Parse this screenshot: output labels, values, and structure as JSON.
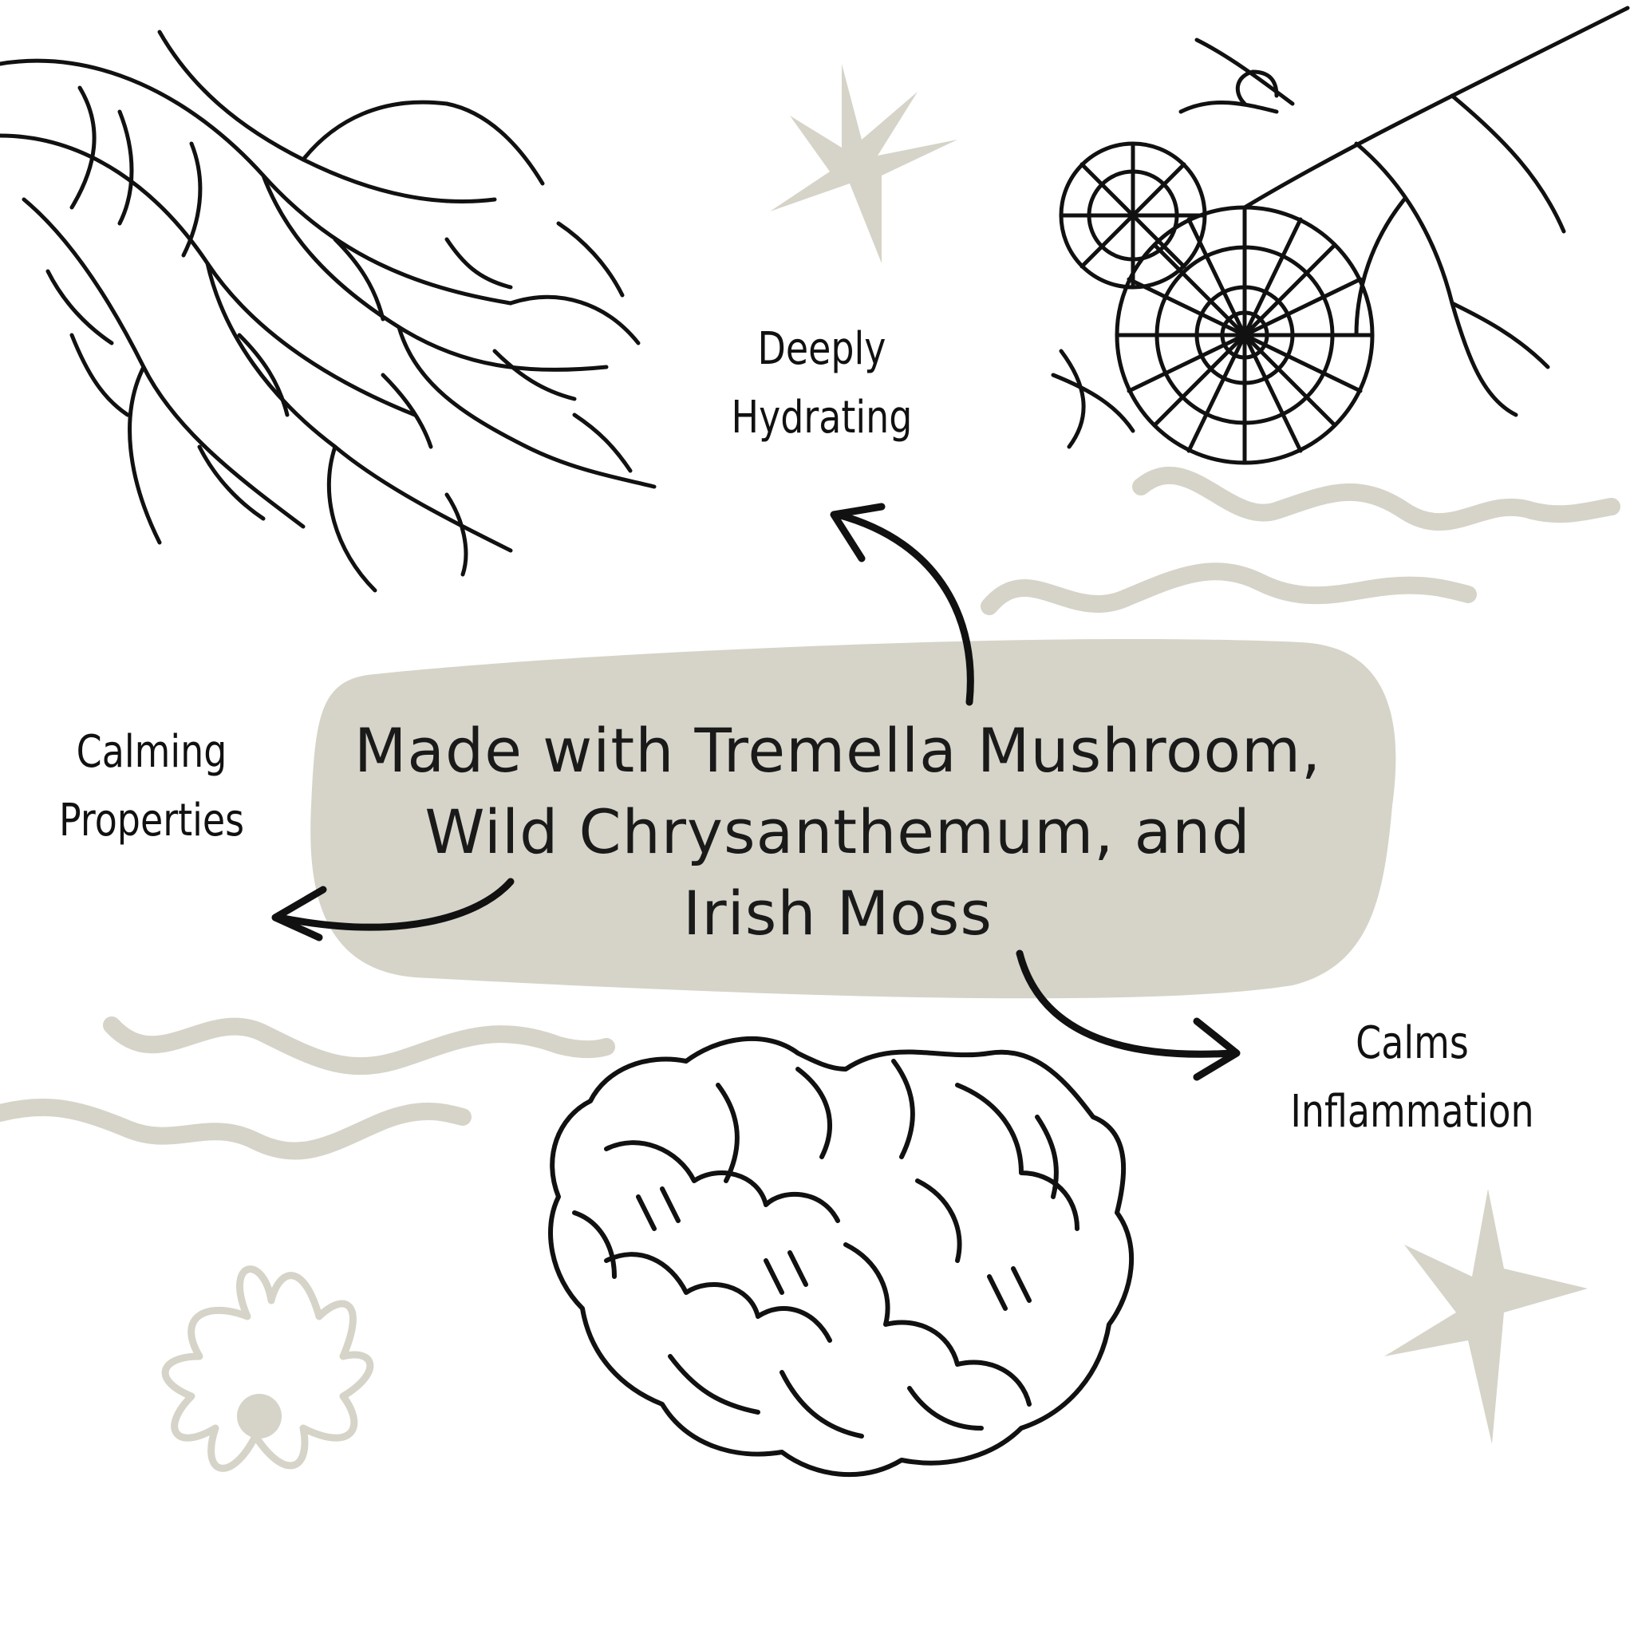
{
  "colors": {
    "accent": "#d6d4c8",
    "ink": "#111111",
    "background": "#ffffff"
  },
  "center": {
    "lines": [
      "Made with Tremella Mushroom,",
      "Wild Chrysanthemum, and",
      "Irish Moss"
    ]
  },
  "labels": {
    "deeply_hydrating": [
      "Deeply",
      "Hydrating"
    ],
    "calming_properties": [
      "Calming",
      "Properties"
    ],
    "calms_inflammation": [
      "Calms",
      "Inflammation"
    ]
  },
  "illustrations": {
    "top_left": "irish-moss-sketch",
    "top_right": "chrysanthemum-sketch",
    "bottom_center": "tremella-mushroom-sketch"
  }
}
